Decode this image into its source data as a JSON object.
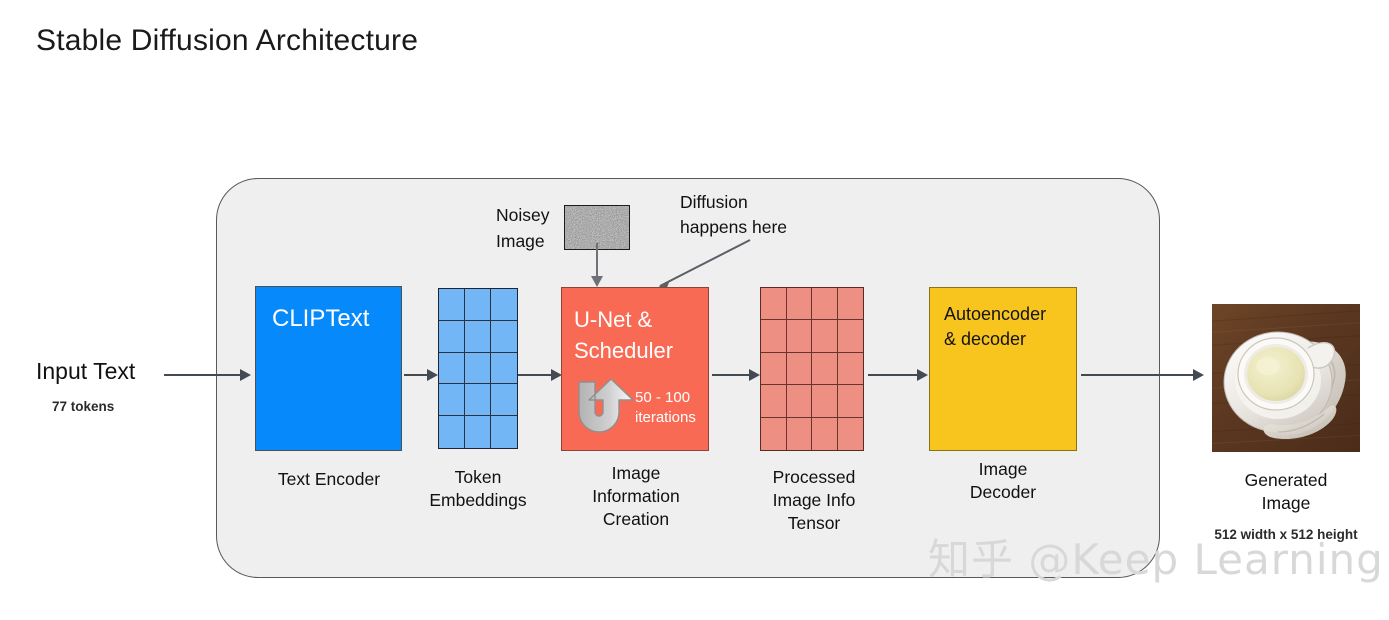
{
  "page": {
    "title": "Stable Diffusion Architecture",
    "watermark": "知乎 @Keep Learning"
  },
  "input": {
    "label": "Input Text",
    "tokens": "77 tokens"
  },
  "noisy_image": {
    "label_line1": "Noisey",
    "label_line2": "Image",
    "icon": "noise-texture-swatch"
  },
  "annotation": {
    "diffusion_line1": "Diffusion",
    "diffusion_line2": "happens here",
    "pointer_icon": "diagonal-arrow-icon"
  },
  "stages": {
    "text_encoder": {
      "box_label": "CLIPText",
      "caption": "Text Encoder",
      "color": "#0689fb"
    },
    "token_embeddings": {
      "caption_line1": "Token",
      "caption_line2": "Embeddings",
      "color": "#72b6f5",
      "grid_cols": 3,
      "grid_rows": 5
    },
    "image_information_creation": {
      "box_label_line1": "U-Net &",
      "box_label_line2": "Scheduler",
      "iterations_line1": "50 - 100",
      "iterations_line2": "iterations",
      "loop_icon": "loop-arrow-icon",
      "caption_line1": "Image",
      "caption_line2": "Information",
      "caption_line3": "Creation",
      "color": "#f96a55"
    },
    "processed_image_info_tensor": {
      "caption_line1": "Processed",
      "caption_line2": "Image Info",
      "caption_line3": "Tensor",
      "color": "#ee8f83",
      "grid_cols": 4,
      "grid_rows": 5
    },
    "image_decoder": {
      "box_label_line1": "Autoencoder",
      "box_label_line2": "& decoder",
      "caption_line1": "Image",
      "caption_line2": "Decoder",
      "color": "#f7c51e"
    },
    "generated_image": {
      "caption_line1": "Generated",
      "caption_line2": "Image",
      "dimensions": "512 width  x 512 height",
      "photo": "coffee-cup-photo"
    }
  },
  "flow_arrows": [
    {
      "name": "arrow-input-to-encoder"
    },
    {
      "name": "arrow-encoder-to-embeddings"
    },
    {
      "name": "arrow-embeddings-to-unet"
    },
    {
      "name": "arrow-unet-to-tensor"
    },
    {
      "name": "arrow-tensor-to-decoder"
    },
    {
      "name": "arrow-decoder-to-image"
    },
    {
      "name": "arrow-noise-to-unet"
    }
  ]
}
